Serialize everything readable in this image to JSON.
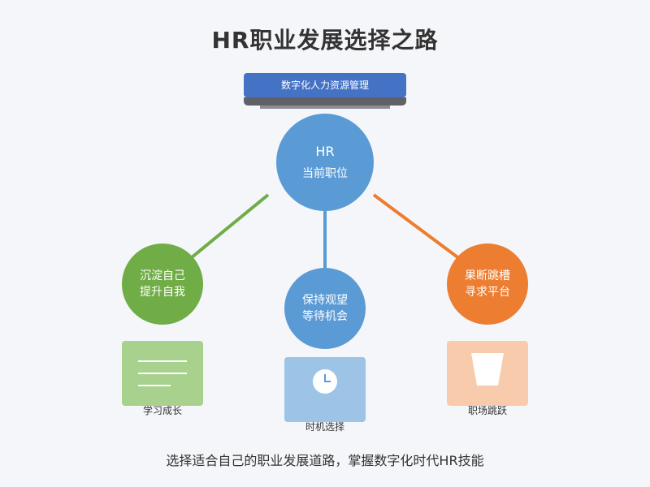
{
  "title": "HR职业发展选择之路",
  "laptop": {
    "screen_label": "数字化人力资源管理"
  },
  "center_node": {
    "title": "HR",
    "subtitle": "当前职位"
  },
  "options": [
    {
      "line1": "沉淀自己",
      "line2": "提升自我",
      "card_label": "学习成长",
      "color": "#70ad47",
      "card_color": "#a9d18e",
      "icon": "document-lines-icon"
    },
    {
      "line1": "保持观望",
      "line2": "等待机会",
      "card_label": "时机选择",
      "color": "#5b9bd5",
      "card_color": "#9dc3e6",
      "icon": "clock-icon"
    },
    {
      "line1": "果断跳槽",
      "line2": "寻求平台",
      "card_label": "职场跳跃",
      "color": "#ed7d31",
      "card_color": "#f8cbad",
      "icon": "cup-icon"
    }
  ],
  "footer": "选择适合自己的职业发展道路，掌握数字化时代HR技能"
}
